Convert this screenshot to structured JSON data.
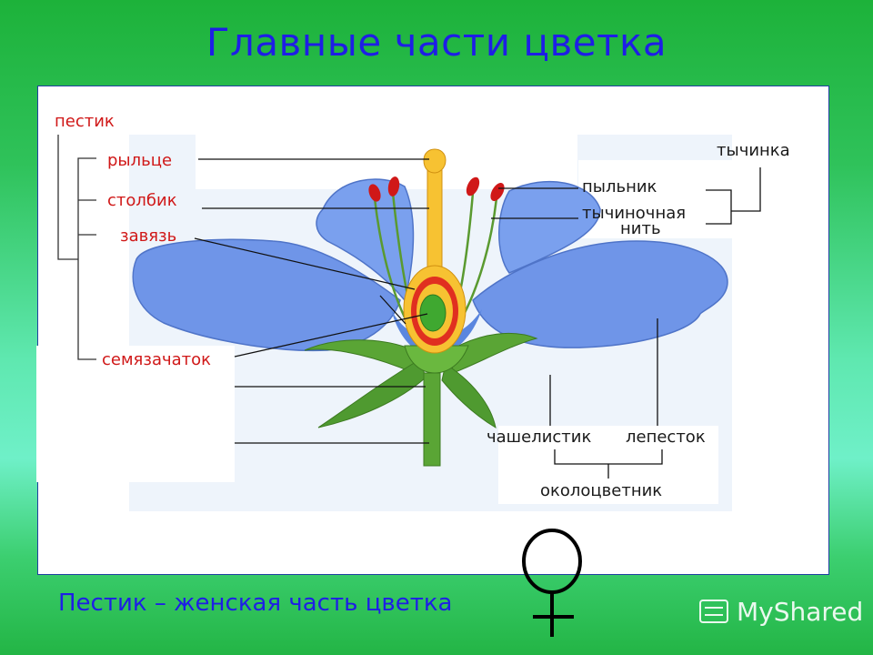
{
  "title": "Главные части цветка",
  "subtitle": "Пестик – женская часть цветка",
  "watermark": "MyShared",
  "colors": {
    "title": "#1e1ee6",
    "pistil_labels": "#d01818",
    "petal": "#6f95e8",
    "sepal": "#4f9a30"
  },
  "labels": {
    "pistil": "пестик",
    "stigma": "рыльце",
    "style": "столбик",
    "ovary": "завязь",
    "ovule": "семязачаток",
    "stamen": "тычинка",
    "anther": "пыльник",
    "filament_line1": "тычиночная",
    "filament_line2": "нить",
    "sepal": "чашелистик",
    "petal": "лепесток",
    "perianth": "околоцветник"
  },
  "icons": {
    "female_symbol": "venus-icon",
    "logo": "myshared-logo-icon"
  }
}
